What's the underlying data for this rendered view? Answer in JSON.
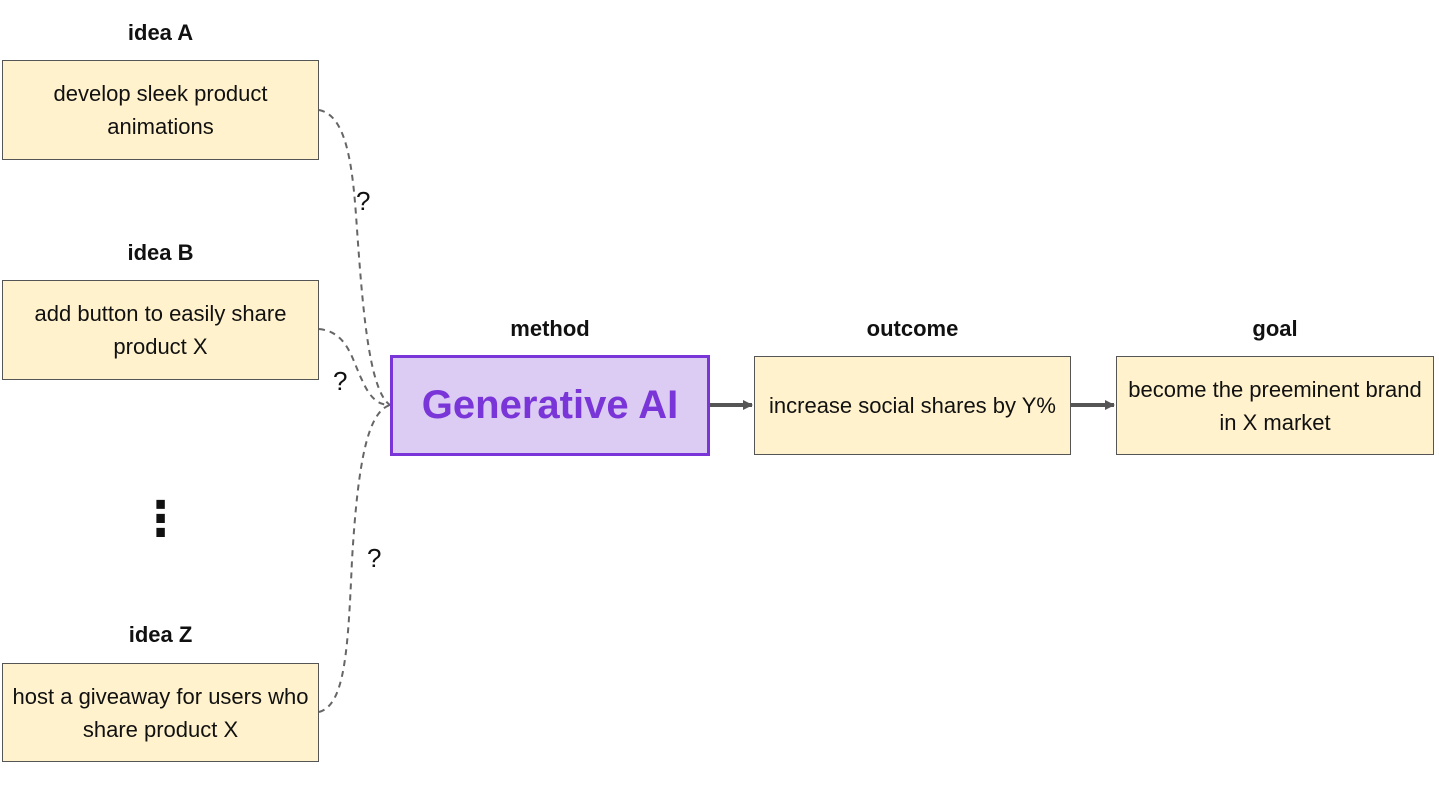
{
  "ideas": [
    {
      "label": "idea A",
      "text": "develop sleek product animations"
    },
    {
      "label": "idea B",
      "text": "add button to easily share product X"
    },
    {
      "label": "idea Z",
      "text": "host a giveaway for users who share product X"
    }
  ],
  "ellipsis": "⋮",
  "question_marks": [
    "?",
    "?",
    "?"
  ],
  "method": {
    "label": "method",
    "text": "Generative AI"
  },
  "outcome": {
    "label": "outcome",
    "text": "increase social shares by Y%"
  },
  "goal": {
    "label": "goal",
    "text": "become the preeminent brand in X market"
  },
  "colors": {
    "box_fill": "#fff2cc",
    "method_fill": "#dcccf4",
    "method_accent": "#7a35d8",
    "connector": "#555555"
  }
}
